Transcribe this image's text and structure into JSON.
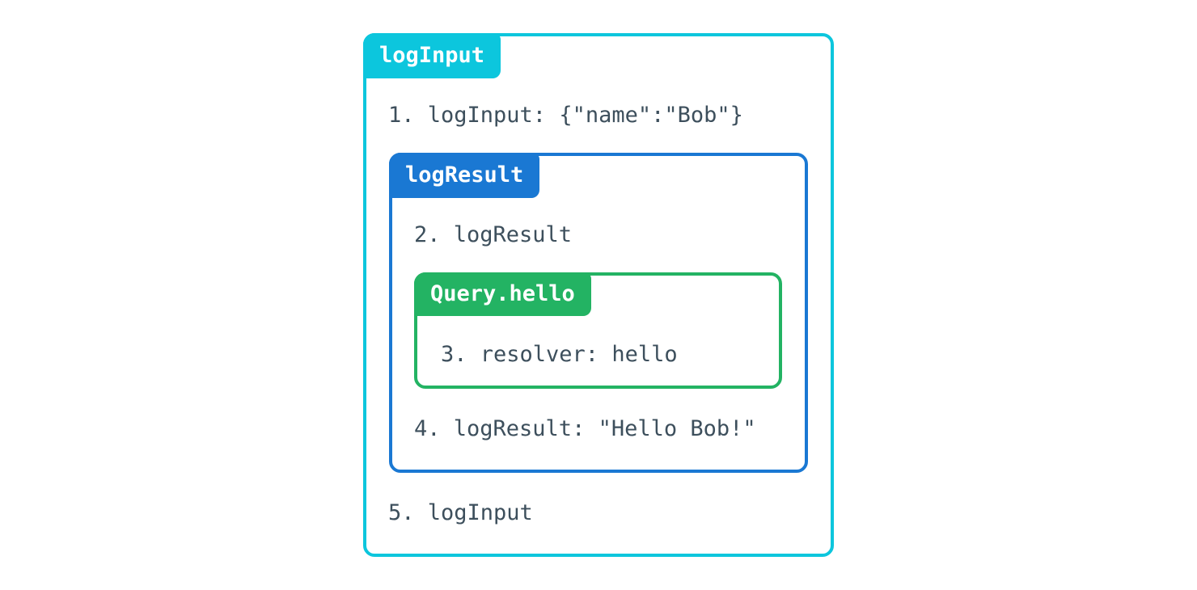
{
  "colors": {
    "cyan": "#0cc6dd",
    "blue": "#1a78d3",
    "green": "#23b363",
    "text": "#3d4f5c",
    "tab_text": "#ffffff",
    "bg": "#ffffff"
  },
  "diagram": {
    "outer_box": {
      "label": "logInput",
      "step_enter": "1. logInput: {\"name\":\"Bob\"}",
      "step_exit": "5. logInput"
    },
    "middle_box": {
      "label": "logResult",
      "step_enter": "2. logResult",
      "step_exit": "4. logResult: \"Hello Bob!\""
    },
    "inner_box": {
      "label": "Query.hello",
      "step": "3. resolver: hello"
    }
  }
}
